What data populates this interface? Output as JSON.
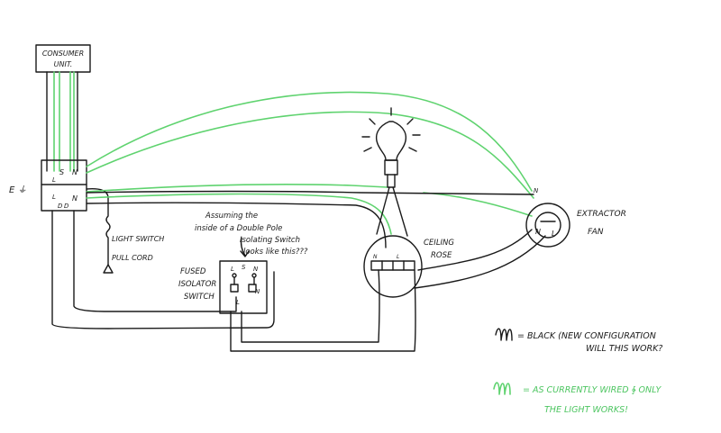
{
  "consumer_unit": {
    "line1": "CONSUMER",
    "line2": "UNIT."
  },
  "terminal_block": {
    "s": "S",
    "l": "L",
    "n": "N",
    "l2": "L",
    "d1": "D",
    "d2": "D",
    "n2": "N"
  },
  "earth_label": "E ⏚",
  "pull_cord": {
    "line1": "LIGHT SWITCH",
    "line2": "PULL CORD"
  },
  "assumption_note": {
    "line1": "Assuming the",
    "line2": "inside of a Double Pole",
    "line3": "Isolating Switch",
    "line4": "looks like this???"
  },
  "isolator": {
    "line1": "FUSED",
    "line2": "ISOLATOR",
    "line3": "SWITCH",
    "s": "S",
    "n": "N",
    "l": "L",
    "n2": "N",
    "l2": "L"
  },
  "ceiling_rose": {
    "line1": "CEILING",
    "line2": "ROSE"
  },
  "extractor_fan": {
    "line1": "EXTRACTOR",
    "line2": "FAN",
    "n": "N",
    "l": "L",
    "top_n": "N"
  },
  "legend": {
    "black_line1": "= BLACK (NEW CONFIGURATION",
    "black_line2": "WILL THIS WORK?",
    "green_line1": "= AS CURRENTLY WIRED ∲ ONLY",
    "green_line2": "THE LIGHT WORKS!"
  },
  "colors": {
    "ink": "#1a1a1a",
    "green": "#5fd36f"
  }
}
